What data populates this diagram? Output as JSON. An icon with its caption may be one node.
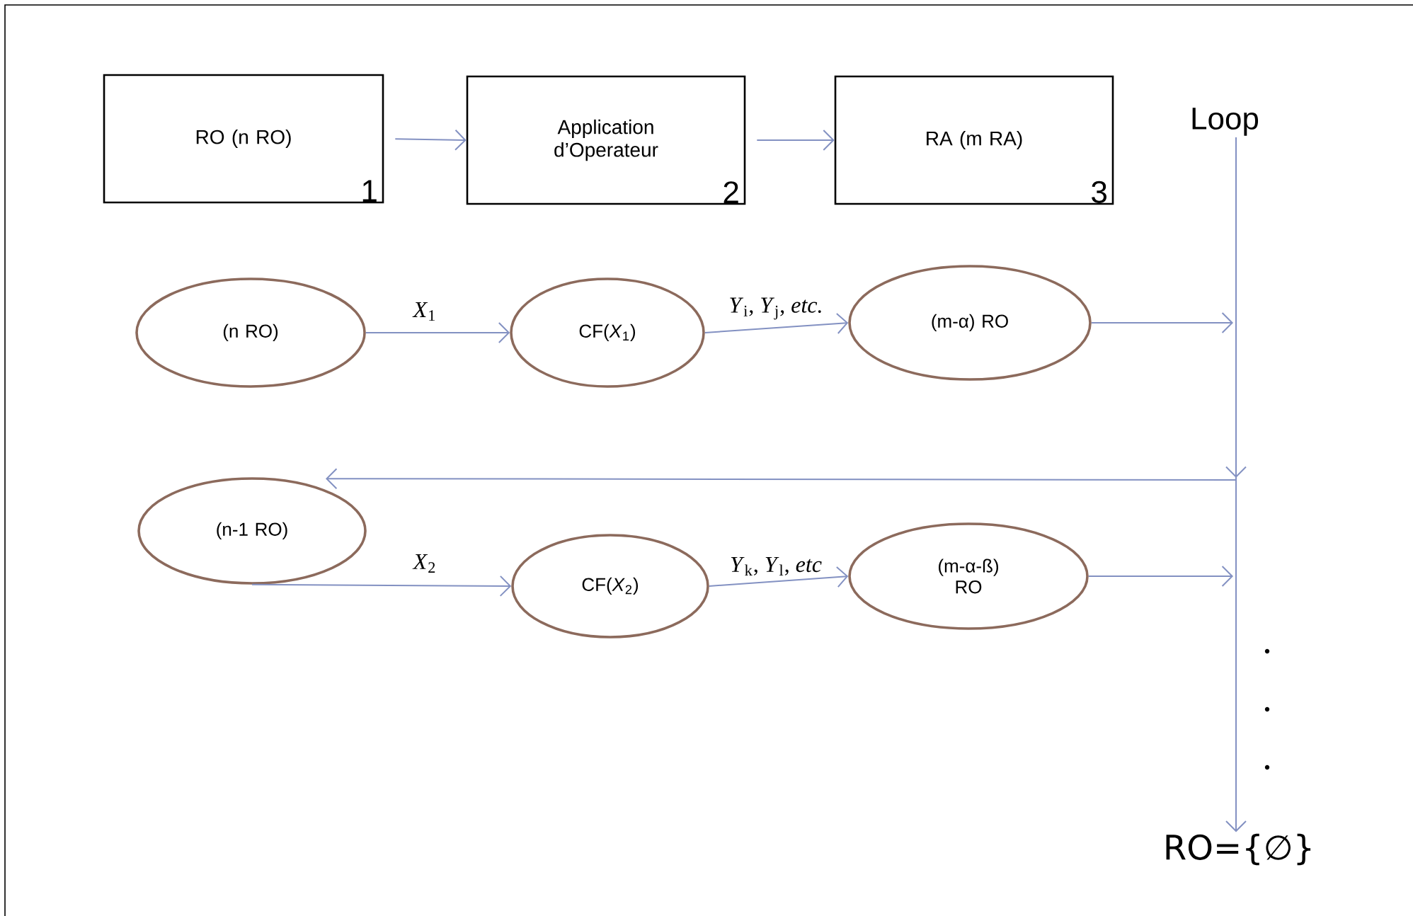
{
  "diagram": {
    "nodes": [
      {
        "text": [
          "RO (n RO)",
          "1"
        ]
      },
      {
        "text": [
          "Application d’Operateur",
          "2"
        ]
      },
      {
        "text": [
          "RA (m RA)",
          "3"
        ]
      },
      {
        "text": [
          "Loop"
        ]
      },
      {
        "text": [
          "(n RO)"
        ]
      },
      {
        "text": [
          "CF(*X*$_{1}$)"
        ]
      },
      {
        "text": [
          "(m-α) RO"
        ]
      },
      {
        "text": [
          "(n-1 RO)"
        ]
      },
      {
        "text": [
          "CF(*X*$_{2}$)"
        ]
      },
      {
        "text": [
          "(m-α-ß) RO"
        ]
      },
      {
        "text": [
          "RO={∅}"
        ]
      }
    ],
    "edges": [
      {
        "from": 0,
        "to": 1,
        "arrow": "to"
      },
      {
        "from": 1,
        "to": 2,
        "arrow": "to"
      },
      {
        "from": 4,
        "to": 5,
        "arrow": "to",
        "label": "*X*$_{1}$"
      },
      {
        "from": 5,
        "to": 6,
        "arrow": "to",
        "label": "*Y*$_{i}$, *Y*$_{j}$, *etc.*"
      },
      {
        "from": 6,
        "to": null,
        "arrow": "to"
      },
      {
        "from": 3,
        "to": 7,
        "arrow": "to"
      },
      {
        "from": 3,
        "to": 10,
        "arrow": "to"
      },
      {
        "from": 7,
        "to": 8,
        "arrow": "to",
        "label": "*X*$_{2}$"
      },
      {
        "from": 8,
        "to": 9,
        "arrow": "to",
        "label": "*Y*$_{k}$, *Y*$_{l}$, *etc*"
      },
      {
        "from": 9,
        "to": null,
        "arrow": "to"
      }
    ]
  }
}
